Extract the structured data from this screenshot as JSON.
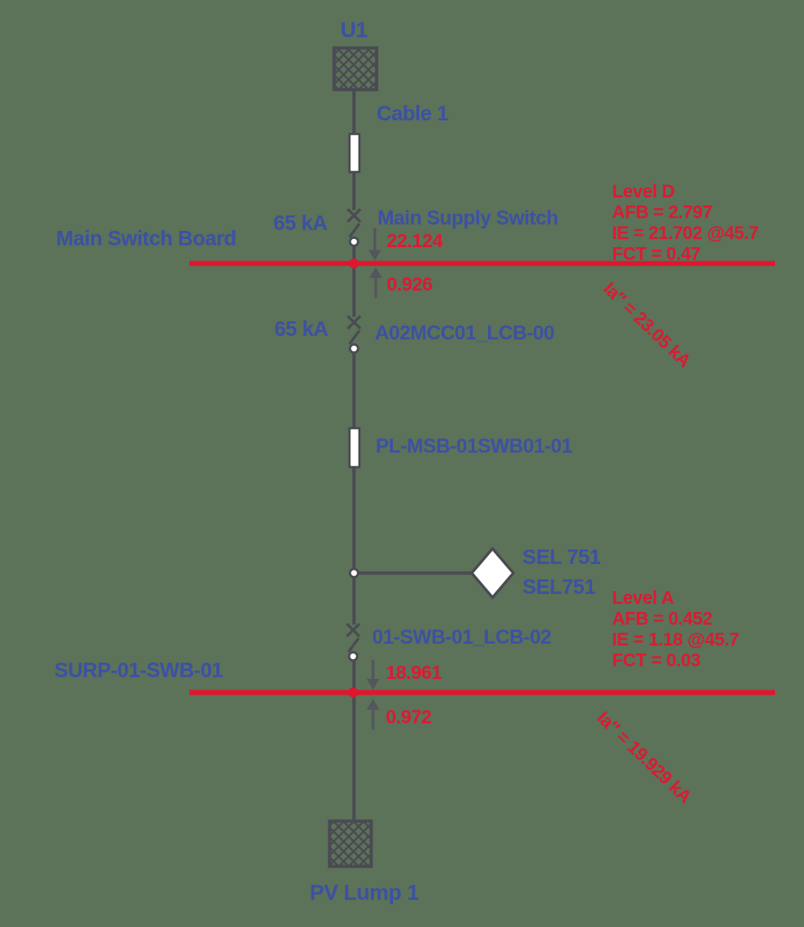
{
  "colors": {
    "background": "#5c7259",
    "label_blue": "#3c51a3",
    "result_red": "#dc1a33",
    "line_dark": "#4a4a52",
    "symbol_fill": "#ffffff"
  },
  "source": {
    "label": "U1"
  },
  "cable1": {
    "label": "Cable 1"
  },
  "switch1": {
    "rating": "65 kA",
    "label": "Main Supply Switch"
  },
  "bus1": {
    "name": "Main Switch Board",
    "current_in": "22.124",
    "current_out": "0.926",
    "arc_flash": {
      "lines": [
        "Level D",
        "AFB = 2.797",
        "IE = 21.702 @45.7",
        "FCT = 0.47"
      ]
    },
    "short_circuit": "Ia″ = 23.05 kA"
  },
  "switch2": {
    "rating": "65 kA",
    "label": "A02MCC01_LCB-00"
  },
  "cable2": {
    "label": "PL-MSB-01SWB01-01"
  },
  "relay": {
    "line1": "SEL 751",
    "line2": "SEL751"
  },
  "switch3": {
    "label": "01-SWB-01_LCB-02"
  },
  "bus2": {
    "name": "SURP-01-SWB-01",
    "current_in": "18.961",
    "current_out": "0.972",
    "arc_flash": {
      "lines": [
        "Level A",
        "AFB = 0.452",
        "IE = 1.18 @45.7",
        "FCT = 0.03"
      ]
    },
    "short_circuit": "Ia″ = 19.929 kA"
  },
  "load": {
    "label": "PV Lump 1"
  }
}
